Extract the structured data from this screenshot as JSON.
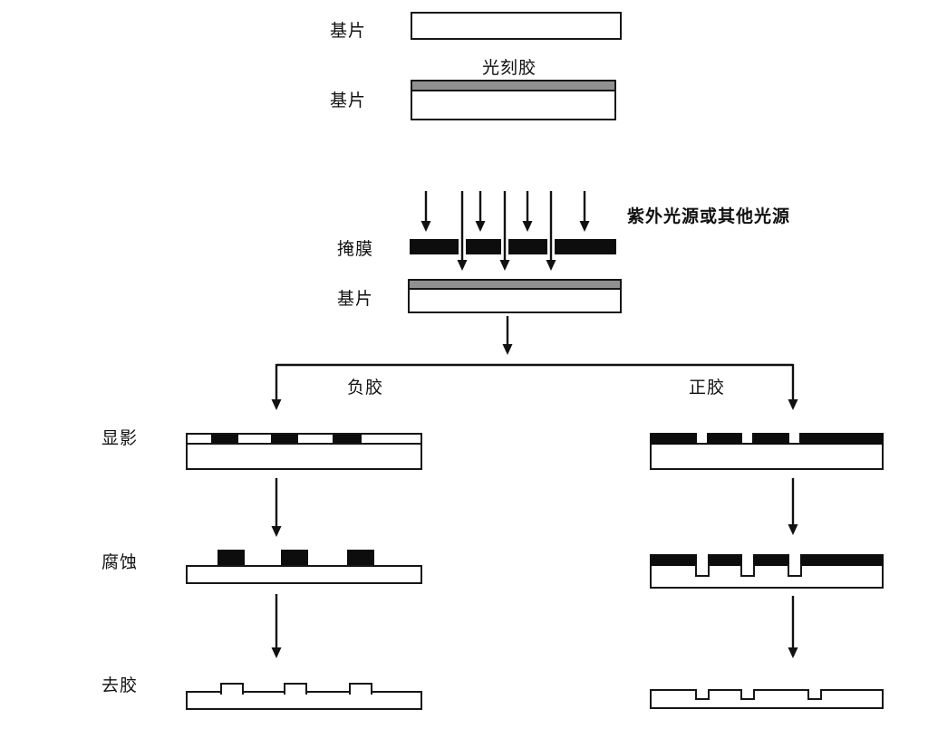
{
  "diagram": {
    "labels": {
      "substrate": "基片",
      "photoresist": "光刻胶",
      "mask": "掩膜",
      "light_source": "紫外光源或其他光源",
      "negative_resist": "负胶",
      "positive_resist": "正胶",
      "develop": "显影",
      "etch": "腐蚀",
      "strip": "去胶"
    }
  },
  "colors": {
    "background": "#ffffff",
    "outline": "#161616",
    "mask_black": "#0d0d0d",
    "resist_gray": "#909090",
    "text": "#111111"
  }
}
